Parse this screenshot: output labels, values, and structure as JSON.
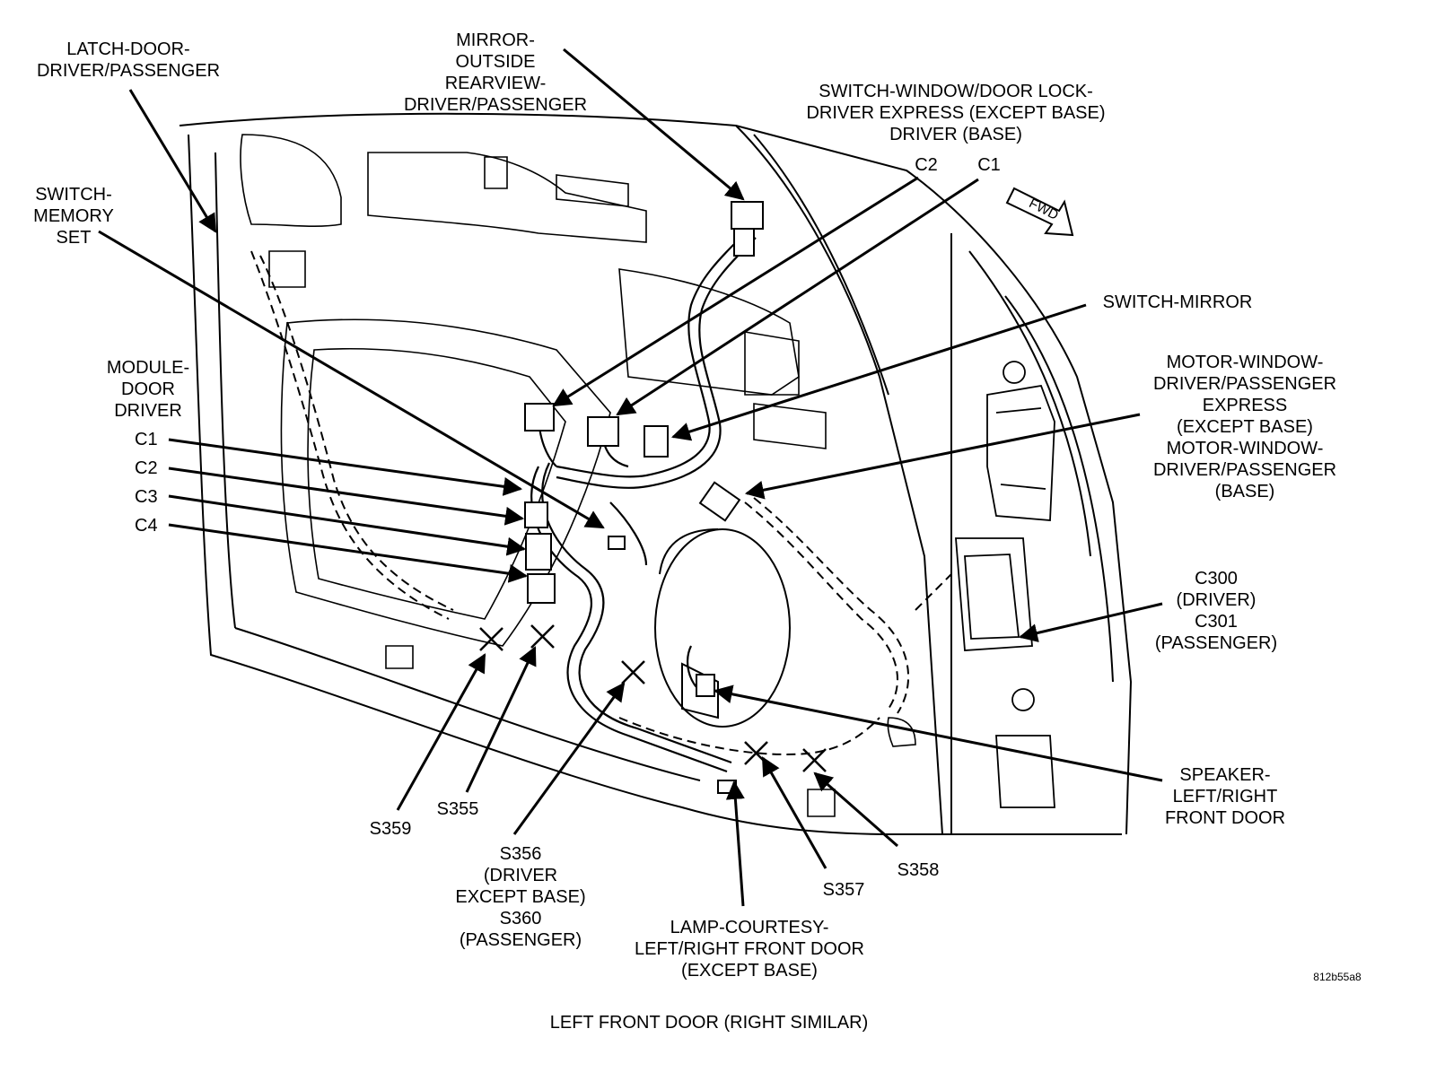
{
  "caption": "LEFT FRONT DOOR (RIGHT SIMILAR)",
  "figure_id": "812b55a8",
  "fwd_text": "FWD",
  "labels": {
    "latch": [
      "LATCH-DOOR-",
      "DRIVER/PASSENGER"
    ],
    "mirror_outside": [
      "MIRROR-",
      "OUTSIDE",
      "REARVIEW-",
      "DRIVER/PASSENGER"
    ],
    "switch_window": [
      "SWITCH-WINDOW/DOOR LOCK-",
      "DRIVER EXPRESS (EXCEPT BASE)",
      "DRIVER (BASE)"
    ],
    "switch_window_c2": "C2",
    "switch_window_c1": "C1",
    "switch_memory": [
      "SWITCH-",
      "MEMORY",
      "SET"
    ],
    "switch_mirror": "SWITCH-MIRROR",
    "module_door": [
      "MODULE-",
      "DOOR",
      "DRIVER"
    ],
    "module_c1": "C1",
    "module_c2": "C2",
    "module_c3": "C3",
    "module_c4": "C4",
    "motor_window": [
      "MOTOR-WINDOW-",
      "DRIVER/PASSENGER",
      "EXPRESS",
      "(EXCEPT BASE)",
      "MOTOR-WINDOW-",
      "DRIVER/PASSENGER",
      "(BASE)"
    ],
    "c300": [
      "C300",
      "(DRIVER)",
      "C301",
      "(PASSENGER)"
    ],
    "speaker": [
      "SPEAKER-",
      "LEFT/RIGHT",
      "FRONT DOOR"
    ],
    "s359": "S359",
    "s355": "S355",
    "s356": [
      "S356",
      "(DRIVER",
      "EXCEPT BASE)",
      "S360",
      "(PASSENGER)"
    ],
    "lamp": [
      "LAMP-COURTESY-",
      "LEFT/RIGHT FRONT DOOR",
      "(EXCEPT BASE)"
    ],
    "s357": "S357",
    "s358": "S358"
  }
}
